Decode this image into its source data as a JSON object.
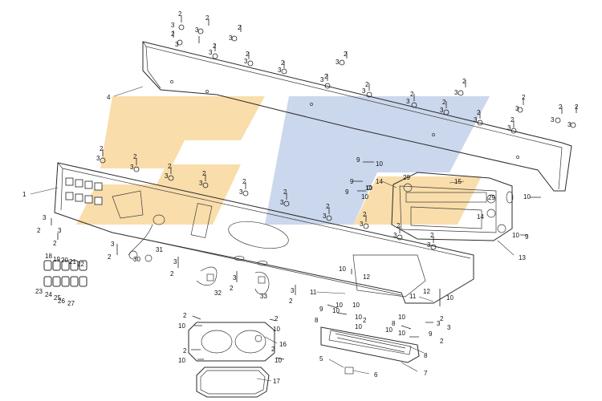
{
  "watermark": {
    "colors": {
      "orange": "#f7d28f",
      "blue": "#b9c9e6"
    }
  },
  "callouts": [
    {
      "text": "1"
    },
    {
      "text": "2"
    },
    {
      "text": "3"
    },
    {
      "text": "4"
    },
    {
      "text": "5"
    },
    {
      "text": "6"
    },
    {
      "text": "7"
    },
    {
      "text": "8"
    },
    {
      "text": "9"
    },
    {
      "text": "10"
    },
    {
      "text": "11"
    },
    {
      "text": "12"
    },
    {
      "text": "13"
    },
    {
      "text": "14"
    },
    {
      "text": "15"
    },
    {
      "text": "16"
    },
    {
      "text": "17"
    },
    {
      "text": "18"
    },
    {
      "text": "19"
    },
    {
      "text": "20"
    },
    {
      "text": "21"
    },
    {
      "text": "22"
    },
    {
      "text": "23"
    },
    {
      "text": "24"
    },
    {
      "text": "25"
    },
    {
      "text": "26"
    },
    {
      "text": "27"
    },
    {
      "text": "29"
    },
    {
      "text": "30"
    },
    {
      "text": "31"
    },
    {
      "text": "32"
    },
    {
      "text": "33"
    }
  ]
}
